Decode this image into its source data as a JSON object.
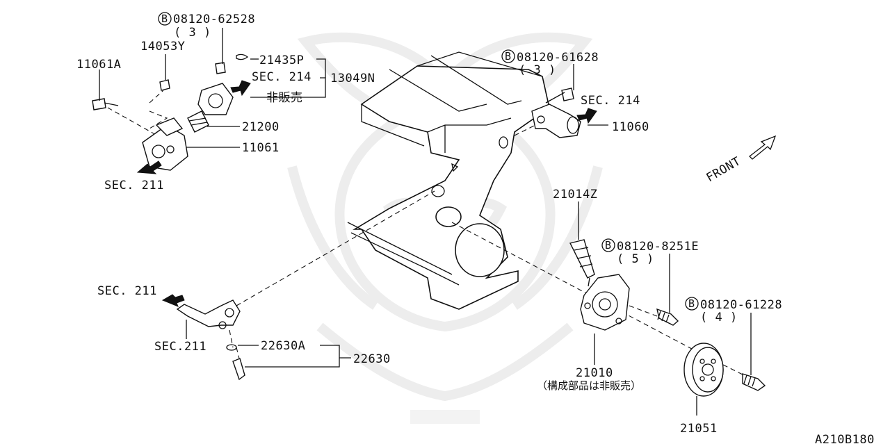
{
  "labels": {
    "bolt_08120_62528": "08120-62528",
    "qty_3_a": "( 3 )",
    "p14053y": "14053Y",
    "p11061a": "11061A",
    "p21435p": "21435P",
    "sec214_a": "SEC. 214",
    "p13049n": "13049N",
    "not_for_sale_a": "非販売",
    "p21200": "21200",
    "p11061": "11061",
    "sec211_a": "SEC. 211",
    "bolt_08120_61628": "08120-61628",
    "qty_3_b": "( 3 )",
    "sec214_b": "SEC. 214",
    "p11060": "11060",
    "front": "FRONT",
    "p21014z": "21014Z",
    "bolt_08120_8251e": "08120-8251E",
    "qty_5": "( 5 )",
    "bolt_08120_61228": "08120-61228",
    "qty_4": "( 4 )",
    "sec211_b": "SEC. 211",
    "sec211_c": "SEC.211",
    "p22630a": "22630A",
    "p22630": "22630",
    "p21010": "21010",
    "p21010_note": "（構成部品は非販売）",
    "p21051": "21051",
    "diagram_code": "A210B180"
  },
  "bolt_prefix": "B",
  "colors": {
    "line": "#111111",
    "watermark": "#ededed",
    "background": "#ffffff"
  }
}
